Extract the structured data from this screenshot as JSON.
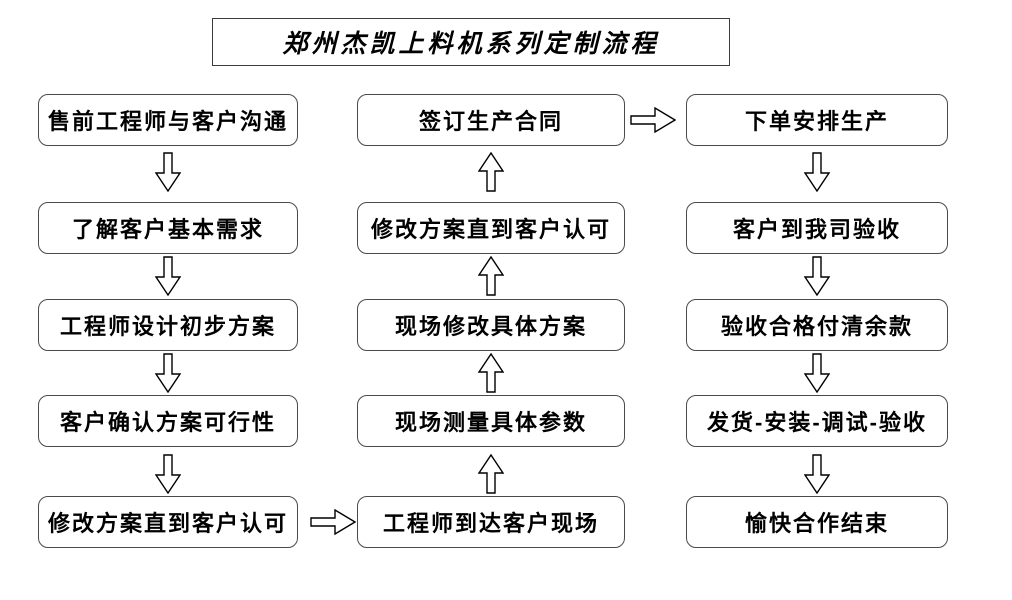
{
  "title": "郑州杰凯上料机系列定制流程",
  "flow": {
    "left_column": {
      "arrow_direction": "down",
      "items": [
        "售前工程师与客户沟通",
        "了解客户基本需求",
        "工程师设计初步方案",
        "客户确认方案可行性",
        "修改方案直到客户认可"
      ]
    },
    "middle_column": {
      "arrow_direction": "up",
      "items": [
        "签订生产合同",
        "修改方案直到客户认可",
        "现场修改具体方案",
        "现场测量具体参数",
        "工程师到达客户现场"
      ]
    },
    "right_column": {
      "arrow_direction": "down",
      "items": [
        "下单安排生产",
        "客户到我司验收",
        "验收合格付清余款",
        "发货-安装-调试-验收",
        "愉快合作结束"
      ]
    },
    "connectors": [
      {
        "from": "修改方案直到客户认可",
        "to": "工程师到达客户现场",
        "direction": "right"
      },
      {
        "from": "签订生产合同",
        "to": "下单安排生产",
        "direction": "right"
      }
    ]
  },
  "colors": {
    "line": "#000000",
    "box_border": "#4a4a4a",
    "background": "#ffffff"
  }
}
